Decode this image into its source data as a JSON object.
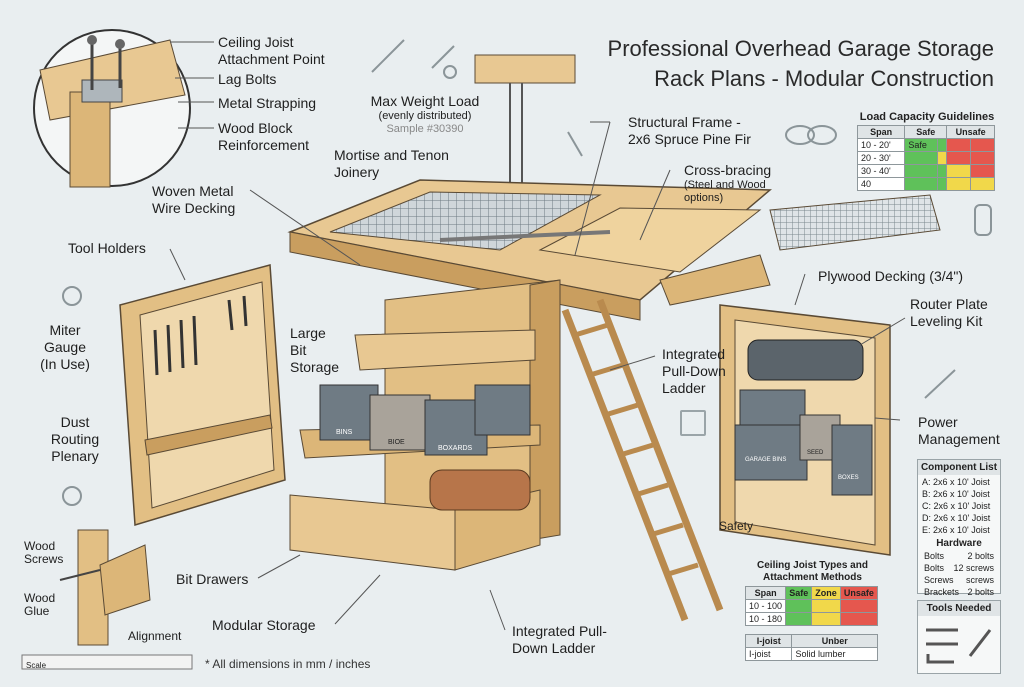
{
  "title": {
    "line1": "Professional Overhead Garage Storage",
    "line2": "Rack Plans - Modular Construction"
  },
  "labels": {
    "ceiling_joist": "Ceiling Joist",
    "attachment_point": "Attachment Point",
    "lag_bolts": "Lag Bolts",
    "metal_strapping": "Metal Strapping",
    "wood_block": "Wood Block",
    "reinforcement": "Reinforcement",
    "max_weight": "Max Weight Load",
    "evenly": "(evenly distributed)",
    "sample": "Sample #30390",
    "mortise": "Mortise and Tenon",
    "joinery": "Joinery",
    "woven": "Woven Metal",
    "wire_decking": "Wire Decking",
    "structural": "Structural Frame -",
    "spruce": "2x6 Spruce Pine Fir",
    "cross_bracing": "Cross-bracing",
    "steel_wood": "(Steel and Wood",
    "options": "options)",
    "tool_holders": "Tool Holders",
    "miter1": "Miter",
    "miter2": "Gauge",
    "miter3": "(In Use)",
    "large1": "Large",
    "large2": "Bit",
    "large3": "Storage",
    "plywood": "Plywood Decking (3/4\")",
    "router1": "Router Plate",
    "router2": "Leveling Kit",
    "dust1": "Dust",
    "dust2": "Routing",
    "dust3": "Plenary",
    "integrated1": "Integrated",
    "integrated2": "Pull-Down",
    "integrated3": "Ladder",
    "power1": "Power",
    "power2": "Management",
    "safety": "Safety",
    "wood_screws1": "Wood",
    "wood_screws2": "Screws",
    "wood_glue1": "Wood",
    "wood_glue2": "Glue",
    "alignment": "Alignment",
    "bit_drawers": "Bit Drawers",
    "modular": "Modular Storage",
    "bottom_ladder1": "Integrated Pull-",
    "bottom_ladder2": "Down Ladder",
    "scale": "Scale",
    "footnote": "* All dimensions in mm / inches"
  },
  "bin_labels": [
    "BINS",
    "BIOE",
    "BOXARDS",
    "GARAGE BINS",
    "SEED",
    "BOXES"
  ],
  "load_table": {
    "title": "Load Capacity Guidelines",
    "headers": [
      "Span",
      "Safe",
      "Unsafe"
    ],
    "rows": [
      {
        "span": "10 - 20'",
        "safe": "Safe",
        "colors": [
          "g",
          "g",
          "r",
          "r"
        ]
      },
      {
        "span": "20 - 30'",
        "safe": "",
        "colors": [
          "g",
          "y",
          "r",
          "r"
        ]
      },
      {
        "span": "30 - 40'",
        "safe": "",
        "colors": [
          "g",
          "g",
          "y",
          "r"
        ]
      },
      {
        "span": "40",
        "safe": "",
        "colors": [
          "g",
          "g",
          "y",
          "y"
        ]
      }
    ]
  },
  "component_list": {
    "title": "Component List",
    "items": [
      "A: 2x6 x 10' Joist",
      "B: 2x6 x 10' Joist",
      "C: 2x6 x 10' Joist",
      "D: 2x6 x 10' Joist",
      "E: 2x6 x 10' Joist"
    ],
    "hardware_title": "Hardware",
    "hardware": [
      {
        "name": "Bolts",
        "qty": "2 bolts"
      },
      {
        "name": "Bolts",
        "qty": "12 screws"
      },
      {
        "name": "Screws",
        "qty": "screws"
      },
      {
        "name": "Brackets",
        "qty": "2 bolts"
      }
    ]
  },
  "joist_table": {
    "title1": "Ceiling Joist Types and",
    "title2": "Attachment Methods",
    "headers": [
      "Span",
      "Safe",
      "Zone",
      "Unsafe"
    ],
    "rows": [
      {
        "span": "10 - 100",
        "colors": [
          "g",
          "y",
          "r"
        ]
      },
      {
        "span": "10 - 180",
        "colors": [
          "g",
          "y",
          "r"
        ]
      }
    ],
    "types_headers": [
      "I-joist",
      "Unber"
    ],
    "types_row": [
      "I-joist",
      "Solid lumber"
    ]
  },
  "tools_needed": {
    "title": "Tools Needed"
  },
  "colors": {
    "wood": "#e8c892",
    "wood_dark": "#c99e5f",
    "outline": "#5a4a35",
    "bin": "#6f7b84",
    "background": "#e9eef0"
  }
}
